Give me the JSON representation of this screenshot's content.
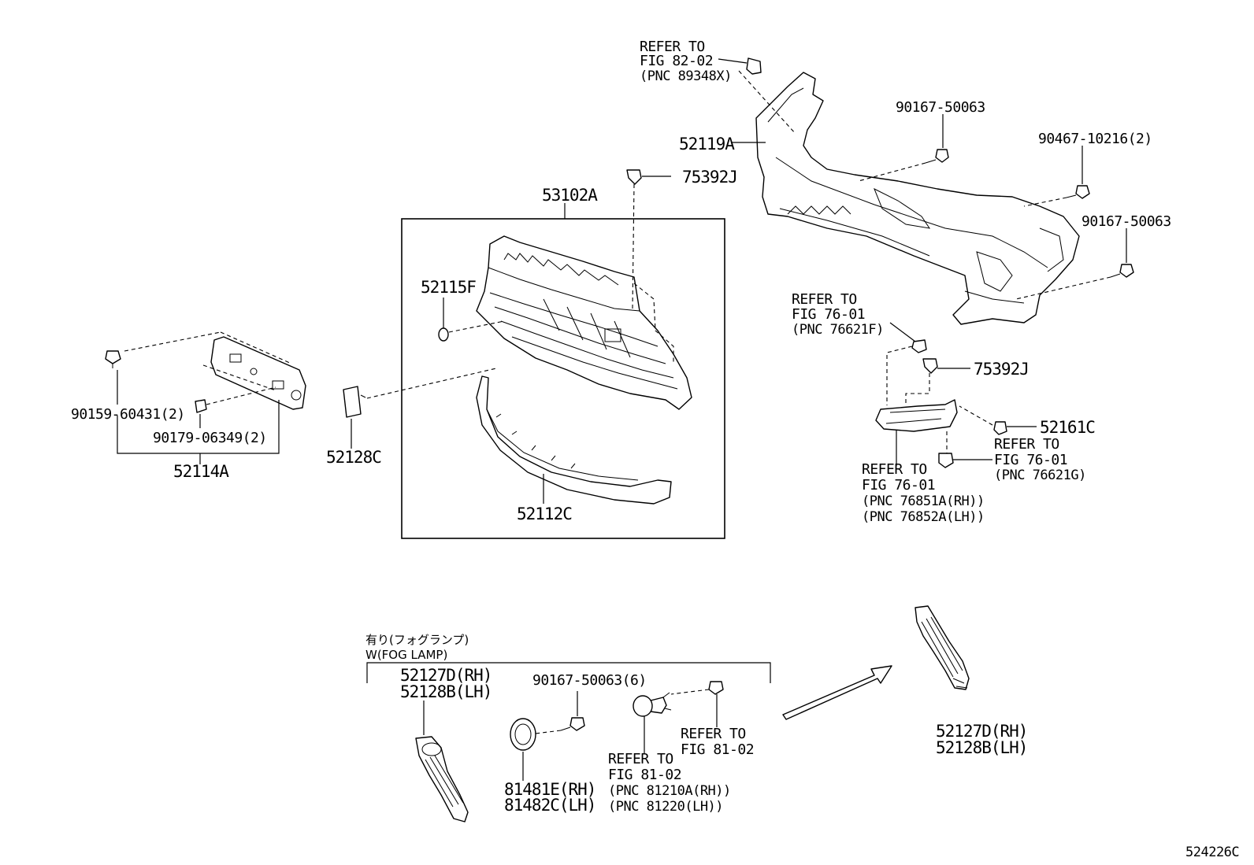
{
  "diagram_id": "524226C",
  "callouts": {
    "refer_82_02": {
      "line1": "REFER TO",
      "line2": "FIG 82-02",
      "line3": "(PNC 89348X)"
    },
    "p52119A": "52119A",
    "p90167_top": "90167-50063",
    "p90467": "90467-10216(2)",
    "p90167_right": "90167-50063",
    "p75392J_top": "75392J",
    "p53102A": "53102A",
    "p52115F": "52115F",
    "refer_76_01_top": {
      "line1": "REFER TO",
      "line2": "FIG 76-01",
      "line3": "(PNC 76621F)"
    },
    "p75392J_right": "75392J",
    "p52161C": "52161C",
    "refer_76_01_g": {
      "line1": "REFER TO",
      "line2": "FIG 76-01",
      "line3": "(PNC 76621G)"
    },
    "refer_76_01_bezel": {
      "line1": "REFER TO",
      "line2": "FIG 76-01",
      "line3": "(PNC 76851A(RH))",
      "line4": "(PNC 76852A(LH))"
    },
    "p90159": "90159-60431(2)",
    "p90179": "90179-06349(2)",
    "p52114A": "52114A",
    "p52128C": "52128C",
    "p52112C": "52112C",
    "fog_group": {
      "jp_label": "有り(フォグランプ)",
      "en_label": "W(FOG LAMP)"
    },
    "p52127D_fog": "52127D(RH)",
    "p52128B_fog": "52128B(LH)",
    "p90167_fog": "90167-50063(6)",
    "p81481E": "81481E(RH)",
    "p81482C": "81482C(LH)",
    "refer_81_02_a": {
      "line1": "REFER TO",
      "line2": "FIG 81-02"
    },
    "refer_81_02_b": {
      "line1": "REFER TO",
      "line2": "FIG 81-02",
      "line3": "(PNC 81210A(RH))",
      "line4": "(PNC 81220(LH))"
    },
    "p52127D_alt": "52127D(RH)",
    "p52128B_alt": "52128B(LH)"
  }
}
